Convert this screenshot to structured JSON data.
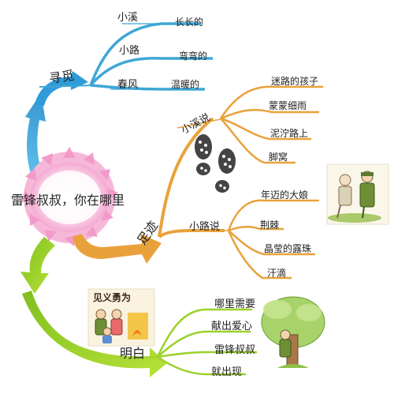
{
  "center": "雷锋叔叔，你在哪里",
  "branch_search": {
    "title": "寻觅",
    "items": [
      {
        "subject": "小溪",
        "detail": "长长的"
      },
      {
        "subject": "小路",
        "detail": "弯弯的"
      },
      {
        "subject": "春风",
        "detail": "温暖的"
      }
    ]
  },
  "branch_footprints": {
    "title": "足迹",
    "stream": {
      "label": "小溪说",
      "items": [
        "迷路的孩子",
        "蒙蒙细雨",
        "泥泞路上",
        "脚窝"
      ]
    },
    "path": {
      "label": "小路说",
      "items": [
        "年迈的大娘",
        "荆棘",
        "晶莹的露珠",
        "汗滴"
      ]
    }
  },
  "branch_understand": {
    "title": "明白",
    "items": [
      "哪里需要",
      "献出爱心",
      "雷锋叔叔",
      "就出现"
    ]
  },
  "image_text": {
    "poster": "见义勇为"
  },
  "colors": {
    "blue": "#3fa7d6",
    "orange": "#e9a23b",
    "green": "#9cd12b",
    "pink": "#f6b8d8"
  }
}
